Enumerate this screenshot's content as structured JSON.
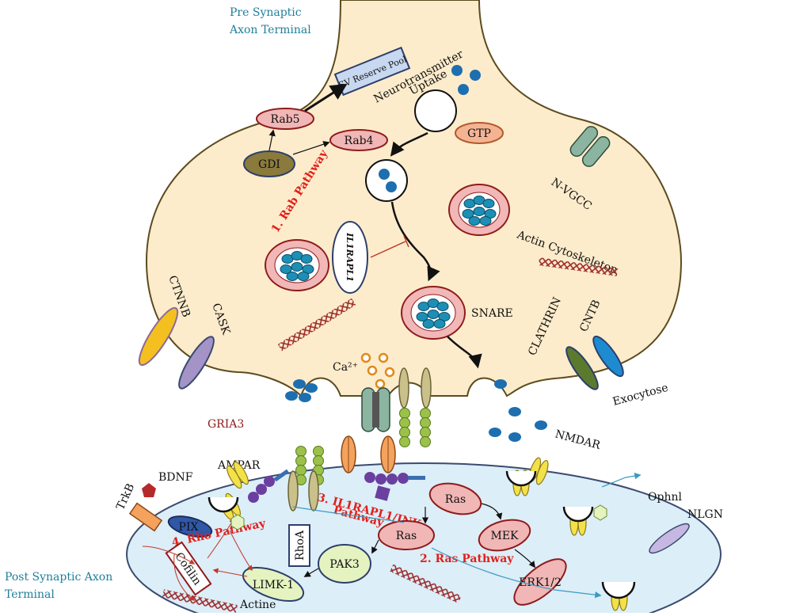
{
  "titles": {
    "pre_terminal": [
      "Pre Synaptic",
      "Axon Terminal"
    ],
    "post_terminal": [
      "Post Synaptic Axon",
      "Terminal"
    ]
  },
  "labels": {
    "sv_reserve_pool": "SV Reserve Pool",
    "neurotransmitter": "Neurotransmitter",
    "uptake": "Uptake",
    "rab5": "Rab5",
    "rab4": "Rab4",
    "gdi": "GDI",
    "gtp": "GTP",
    "n_vgcc": "N-VGCC",
    "il1rapl1": "IL1RAPL1",
    "actin_cytoskeleton": "Actin Cytoskeleton",
    "snare": "SNARE",
    "ctnnb": "CTNNB",
    "cask": "CASK",
    "clathrin": "CLATHRIN",
    "cntb": "CNTB",
    "exocytose": "Exocytose",
    "ca2": "Ca²⁺",
    "gria3": "GRIA3",
    "ampar": "AMPAR",
    "nmdar": "NMDAR",
    "bdnf": "BDNF",
    "trkb": "TrkB",
    "pix": "PIX",
    "rhoa": "RhoA",
    "cofilin": "Cofilin",
    "limk1": "LIMK-1",
    "pak3": "PAK3",
    "actine": "Actine",
    "ras1": "Ras",
    "ras2": "Ras",
    "mek": "MEK",
    "erk": "ERK1/2",
    "ophn1": "Ophnl",
    "nlgn": "NLGN"
  },
  "pathways": {
    "rab": "1. Rab Pathway",
    "ras": "2. Ras Pathway",
    "jnk": [
      "3. IL1RAPL1/JNK",
      "Pathway"
    ],
    "rho": "4. Rho Pathway"
  },
  "colors": {
    "presynaptic_fill": "#fdeccb",
    "postsynaptic_fill": "#dceef8",
    "pathway_red": "#e0201b",
    "title_teal": "#1f7f9a",
    "vesicle_blue": "#1d6fb0",
    "actin": "#9b2b2b"
  }
}
